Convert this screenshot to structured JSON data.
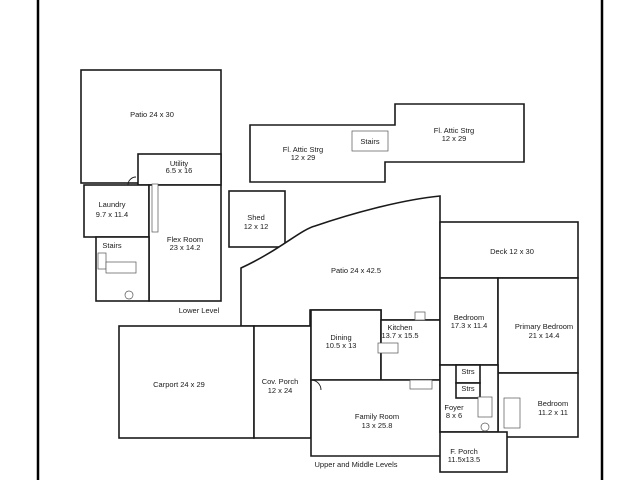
{
  "rooms": {
    "patio_lower": {
      "name": "Patio 24 x 30"
    },
    "utility": {
      "name": "Utility",
      "dims": "6.5 x 16"
    },
    "laundry": {
      "name": "Laundry",
      "dims": "9.7 x 11.4"
    },
    "stairs_lower": {
      "name": "Stairs"
    },
    "flex_room": {
      "name": "Flex Room",
      "dims": "23 x 14.2"
    },
    "attic_left": {
      "name": "Fl. Attic Strg",
      "dims": "12 x 29"
    },
    "attic_right": {
      "name": "Fl. Attic Strg",
      "dims": "12 x 29"
    },
    "attic_stairs": {
      "name": "Stairs"
    },
    "shed": {
      "name": "Shed",
      "dims": "12 x 12"
    },
    "patio_upper": {
      "name": "Patio 24 x 42.5"
    },
    "deck": {
      "name": "Deck 12 x 30"
    },
    "bedroom_1": {
      "name": "Bedroom",
      "dims": "17.3 x 11.4"
    },
    "primary_bedroom": {
      "name": "Primary Bedroom",
      "dims": "21 x 14.4"
    },
    "bedroom_2": {
      "name": "Bedroom",
      "dims": "11.2 x 11"
    },
    "dining": {
      "name": "Dining",
      "dims": "10.5 x 13"
    },
    "kitchen": {
      "name": "Kitchen",
      "dims": "13.7 x 15.5"
    },
    "carport": {
      "name": "Carport 24 x 29"
    },
    "cov_porch": {
      "name": "Cov. Porch",
      "dims": "12 x 24"
    },
    "family_room": {
      "name": "Family Room",
      "dims": "13 x 25.8"
    },
    "foyer": {
      "name": "Foyer",
      "dims": "8 x 6"
    },
    "strs_1": {
      "name": "Strs"
    },
    "strs_2": {
      "name": "Strs"
    },
    "f_porch": {
      "name": "F. Porch",
      "dims": "11.5x13.5"
    }
  },
  "levels": {
    "lower": "Lower Level",
    "upper_middle": "Upper and Middle Levels"
  }
}
